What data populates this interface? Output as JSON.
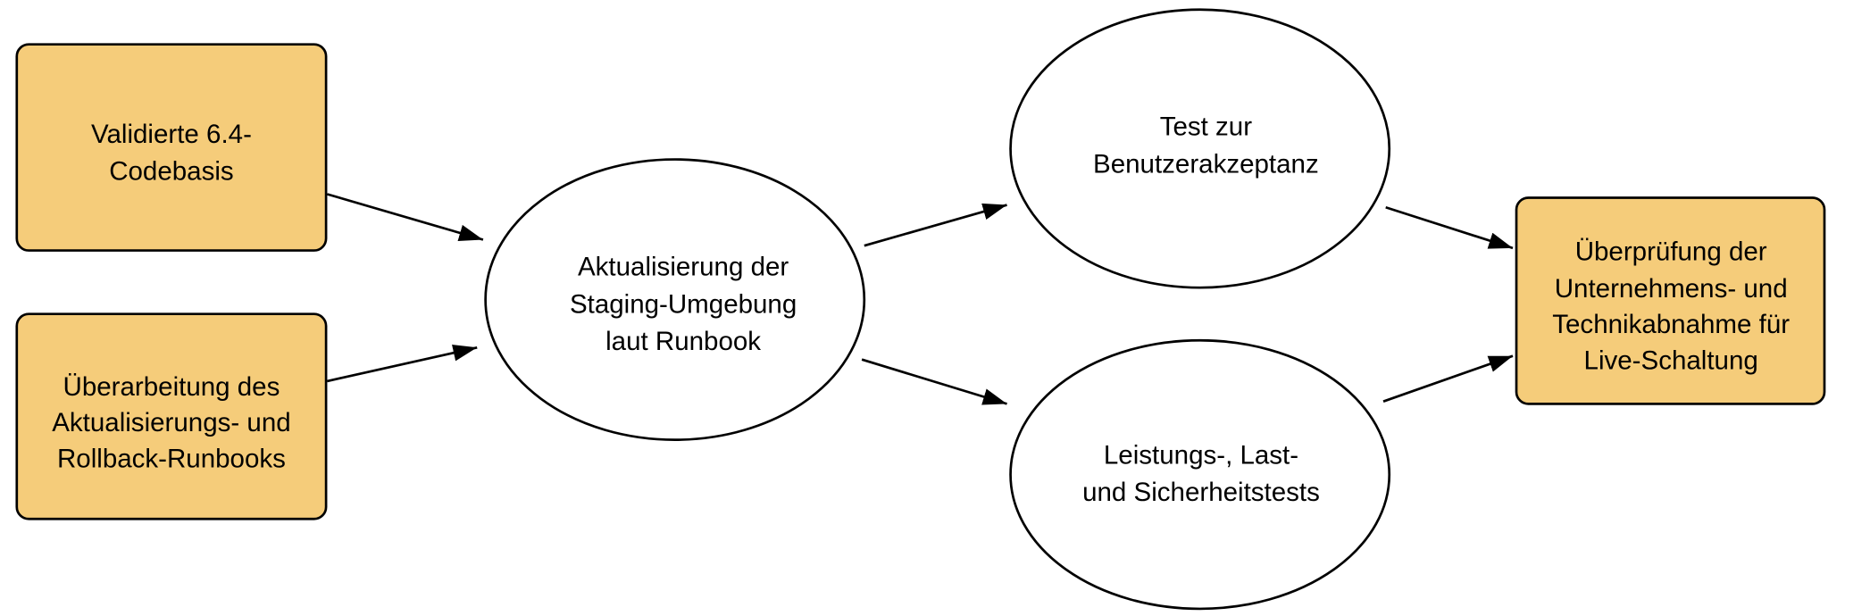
{
  "colors": {
    "box_fill": "#F5CC7A",
    "ellipse_fill": "#FFFFFF",
    "stroke": "#000000"
  },
  "nodes": {
    "codebase": {
      "lines": [
        "Validierte 6.4-",
        "Codebasis"
      ]
    },
    "runbook": {
      "lines": [
        "Überarbeitung des",
        "Aktualisierungs- und",
        "Rollback-Runbooks"
      ]
    },
    "staging": {
      "lines": [
        "Aktualisierung der",
        "Staging-Umgebung",
        "laut Runbook"
      ]
    },
    "uat": {
      "lines": [
        "Test zur",
        "Benutzerakzeptanz"
      ]
    },
    "perf": {
      "lines": [
        "Leistungs-, Last-",
        "und Sicherheitstests"
      ]
    },
    "golive": {
      "lines": [
        "Überprüfung der",
        "Unternehmens- und",
        "Technikabnahme für",
        "Live-Schaltung"
      ]
    }
  },
  "edges": [
    {
      "from": "codebase",
      "to": "staging"
    },
    {
      "from": "runbook",
      "to": "staging"
    },
    {
      "from": "staging",
      "to": "uat"
    },
    {
      "from": "staging",
      "to": "perf"
    },
    {
      "from": "uat",
      "to": "golive"
    },
    {
      "from": "perf",
      "to": "golive"
    }
  ]
}
